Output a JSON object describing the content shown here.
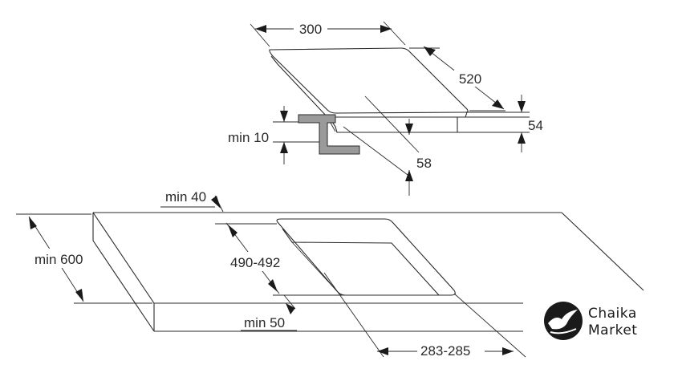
{
  "dimensions": {
    "width_top": "300",
    "depth_top": "520",
    "height": "54",
    "min_10": "min 10",
    "depth_58": "58",
    "min_40": "min 40",
    "min_600": "min 600",
    "cutout_depth": "490-492",
    "min_50": "min 50",
    "cutout_width": "283-285"
  },
  "logo": {
    "line1": "Chaika",
    "line2": "Market"
  },
  "colors": {
    "line": "#2a2a2a",
    "bracket_fill": "#9a9a9a",
    "logo_dark": "#1a1a1a"
  }
}
